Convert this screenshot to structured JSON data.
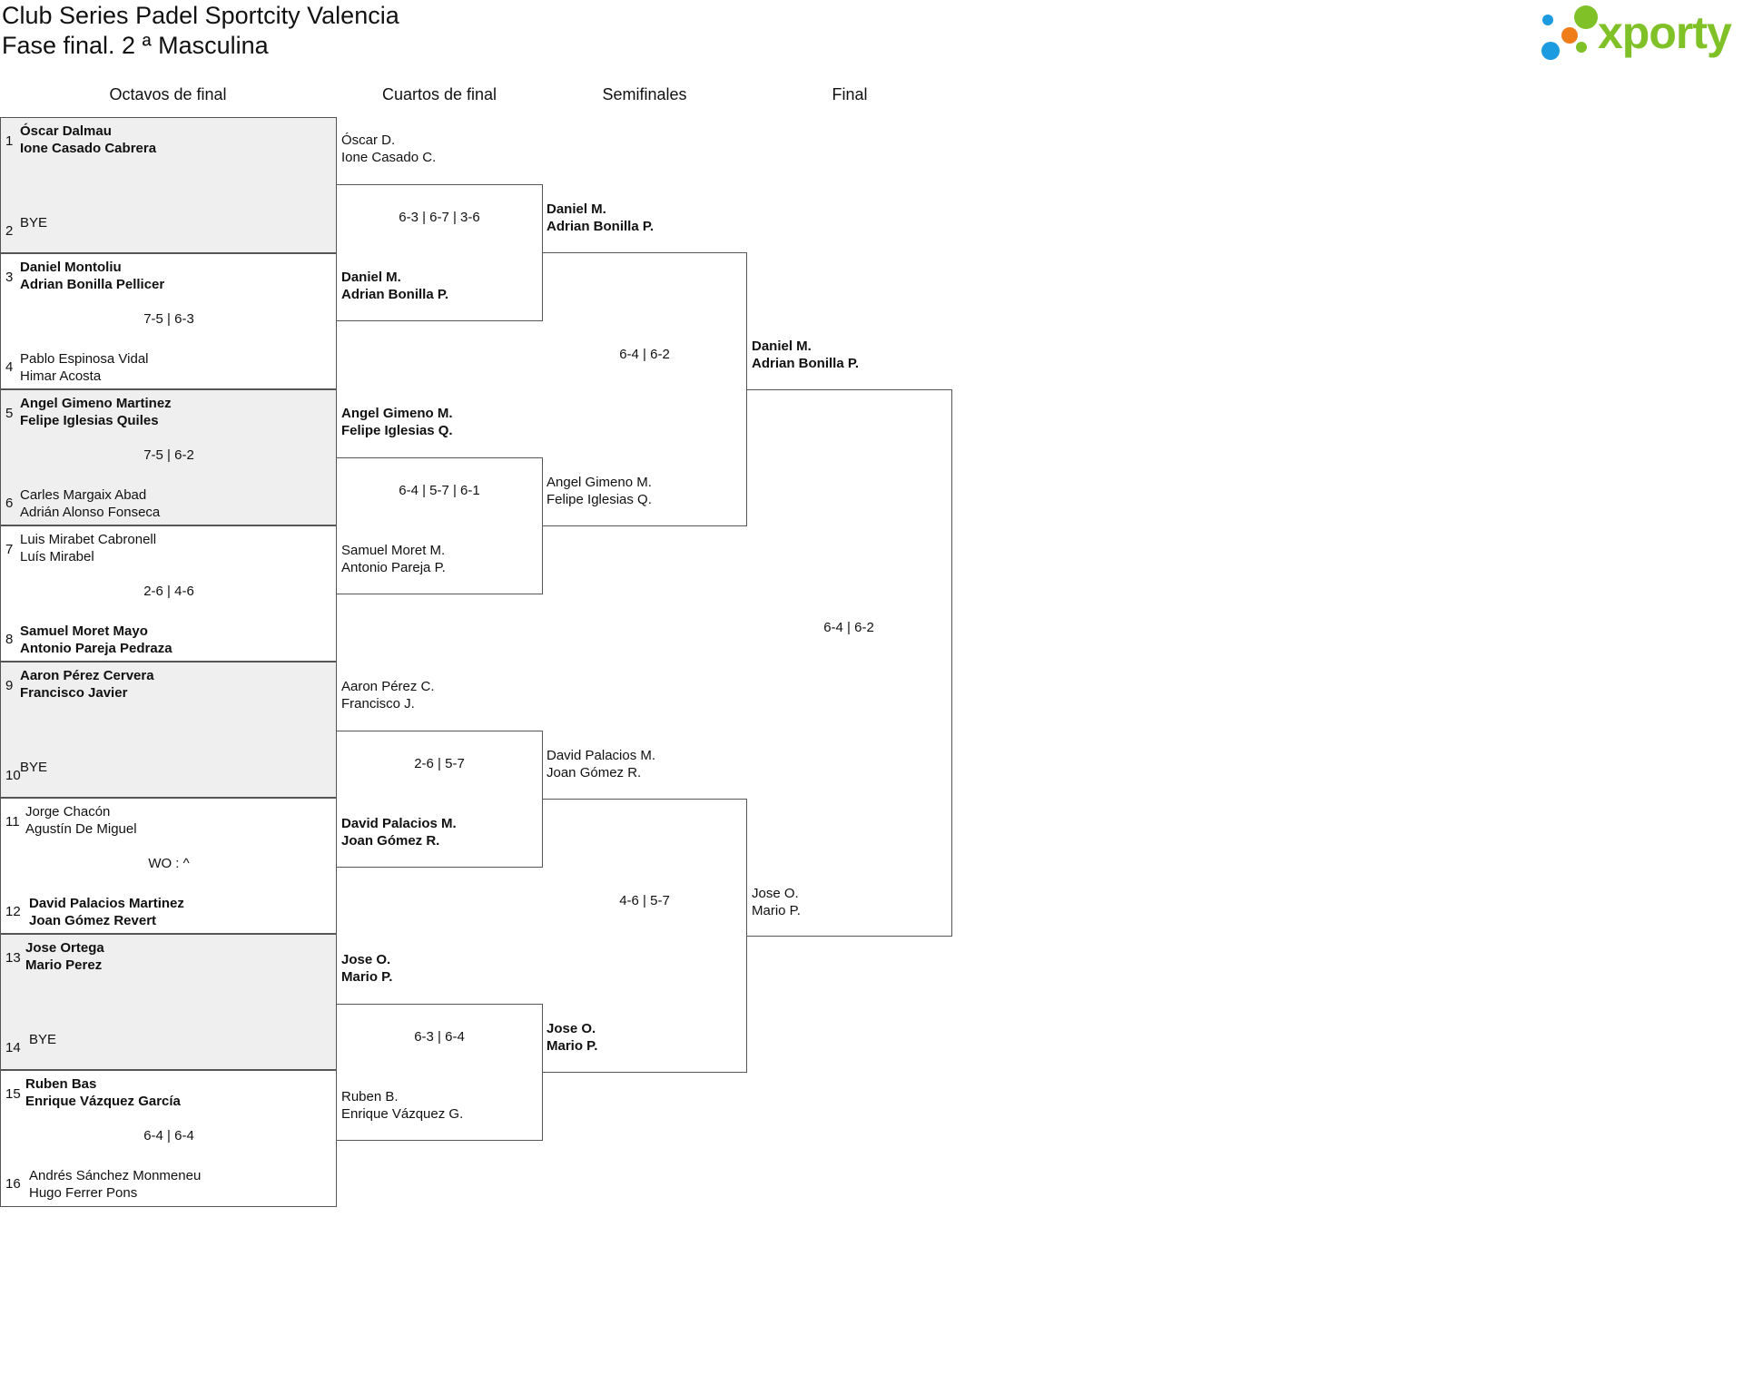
{
  "header": {
    "title": "Club Series Padel Sportcity Valencia",
    "subtitle": "Fase final. 2 ª Masculina",
    "logo_text": "xporty"
  },
  "colors": {
    "logo_green": "#7fc126",
    "logo_blue": "#1d9be0",
    "logo_orange": "#ef7d1a",
    "bye_bg": "#efefef"
  },
  "rounds": [
    "Octavos de final",
    "Cuartos de final",
    "Semifinales",
    "Final"
  ],
  "octavos": [
    {
      "seed_a": "1",
      "a1": "Óscar Dalmau",
      "a2": "Ione Casado Cabrera",
      "seed_b": "2",
      "b1": "BYE",
      "b2": "",
      "score": ""
    },
    {
      "seed_a": "3",
      "a1": "Daniel Montoliu",
      "a2": "Adrian Bonilla Pellicer",
      "seed_b": "4",
      "b1": "Pablo Espinosa Vidal",
      "b2": "Himar Acosta",
      "score": "7-5 | 6-3"
    },
    {
      "seed_a": "5",
      "a1": "Angel Gimeno Martinez",
      "a2": "Felipe Iglesias Quiles",
      "seed_b": "6",
      "b1": "Carles Margaix Abad",
      "b2": "Adrián Alonso Fonseca",
      "score": "7-5 | 6-2"
    },
    {
      "seed_a": "7",
      "a1": "Luis Mirabet Cabronell",
      "a2": "Luís Mirabel",
      "seed_b": "8",
      "b1": "Samuel Moret Mayo",
      "b2": "Antonio Pareja Pedraza",
      "score": "2-6 | 4-6"
    },
    {
      "seed_a": "9",
      "a1": "Aaron Pérez Cervera",
      "a2": "Francisco Javier",
      "seed_b": "10",
      "b1": "BYE",
      "b2": "",
      "score": ""
    },
    {
      "seed_a": "11",
      "a1": "Jorge Chacón",
      "a2": "Agustín De Miguel",
      "seed_b": "12",
      "b1": "David Palacios Martinez",
      "b2": "Joan Gómez Revert",
      "score": "WO : ^"
    },
    {
      "seed_a": "13",
      "a1": "Jose Ortega",
      "a2": "Mario Perez",
      "seed_b": "14",
      "b1": "BYE",
      "b2": "",
      "score": ""
    },
    {
      "seed_a": "15",
      "a1": "Ruben Bas",
      "a2": "Enrique Vázquez García",
      "seed_b": "16",
      "b1": "Andrés Sánchez Monmeneu",
      "b2": "Hugo Ferrer Pons",
      "score": "6-4 | 6-4"
    }
  ],
  "cuartos": [
    {
      "a1": "Óscar D.",
      "a2": "Ione Casado C.",
      "b1": "Daniel M.",
      "b2": "Adrian Bonilla P.",
      "score": "6-3 | 6-7 | 3-6"
    },
    {
      "a1": "Angel Gimeno M.",
      "a2": "Felipe Iglesias Q.",
      "b1": "Samuel Moret M.",
      "b2": "Antonio Pareja P.",
      "score": "6-4 | 5-7 | 6-1"
    },
    {
      "a1": "Aaron Pérez C.",
      "a2": "Francisco J.",
      "b1": "David Palacios M.",
      "b2": "Joan Gómez R.",
      "score": "2-6 | 5-7"
    },
    {
      "a1": "Jose O.",
      "a2": "Mario P.",
      "b1": "Ruben B.",
      "b2": "Enrique Vázquez G.",
      "score": "6-3 | 6-4"
    }
  ],
  "semis": [
    {
      "a1": "Daniel M.",
      "a2": "Adrian Bonilla P.",
      "b1": "Angel Gimeno M.",
      "b2": "Felipe Iglesias Q.",
      "score": "6-4 | 6-2"
    },
    {
      "a1": "David Palacios M.",
      "a2": "Joan Gómez R.",
      "b1": "Jose O.",
      "b2": "Mario P.",
      "score": "4-6 | 5-7"
    }
  ],
  "final": {
    "a1": "Daniel M.",
    "a2": "Adrian Bonilla P.",
    "b1": "Jose O.",
    "b2": "Mario P.",
    "score": "6-4 | 6-2"
  }
}
